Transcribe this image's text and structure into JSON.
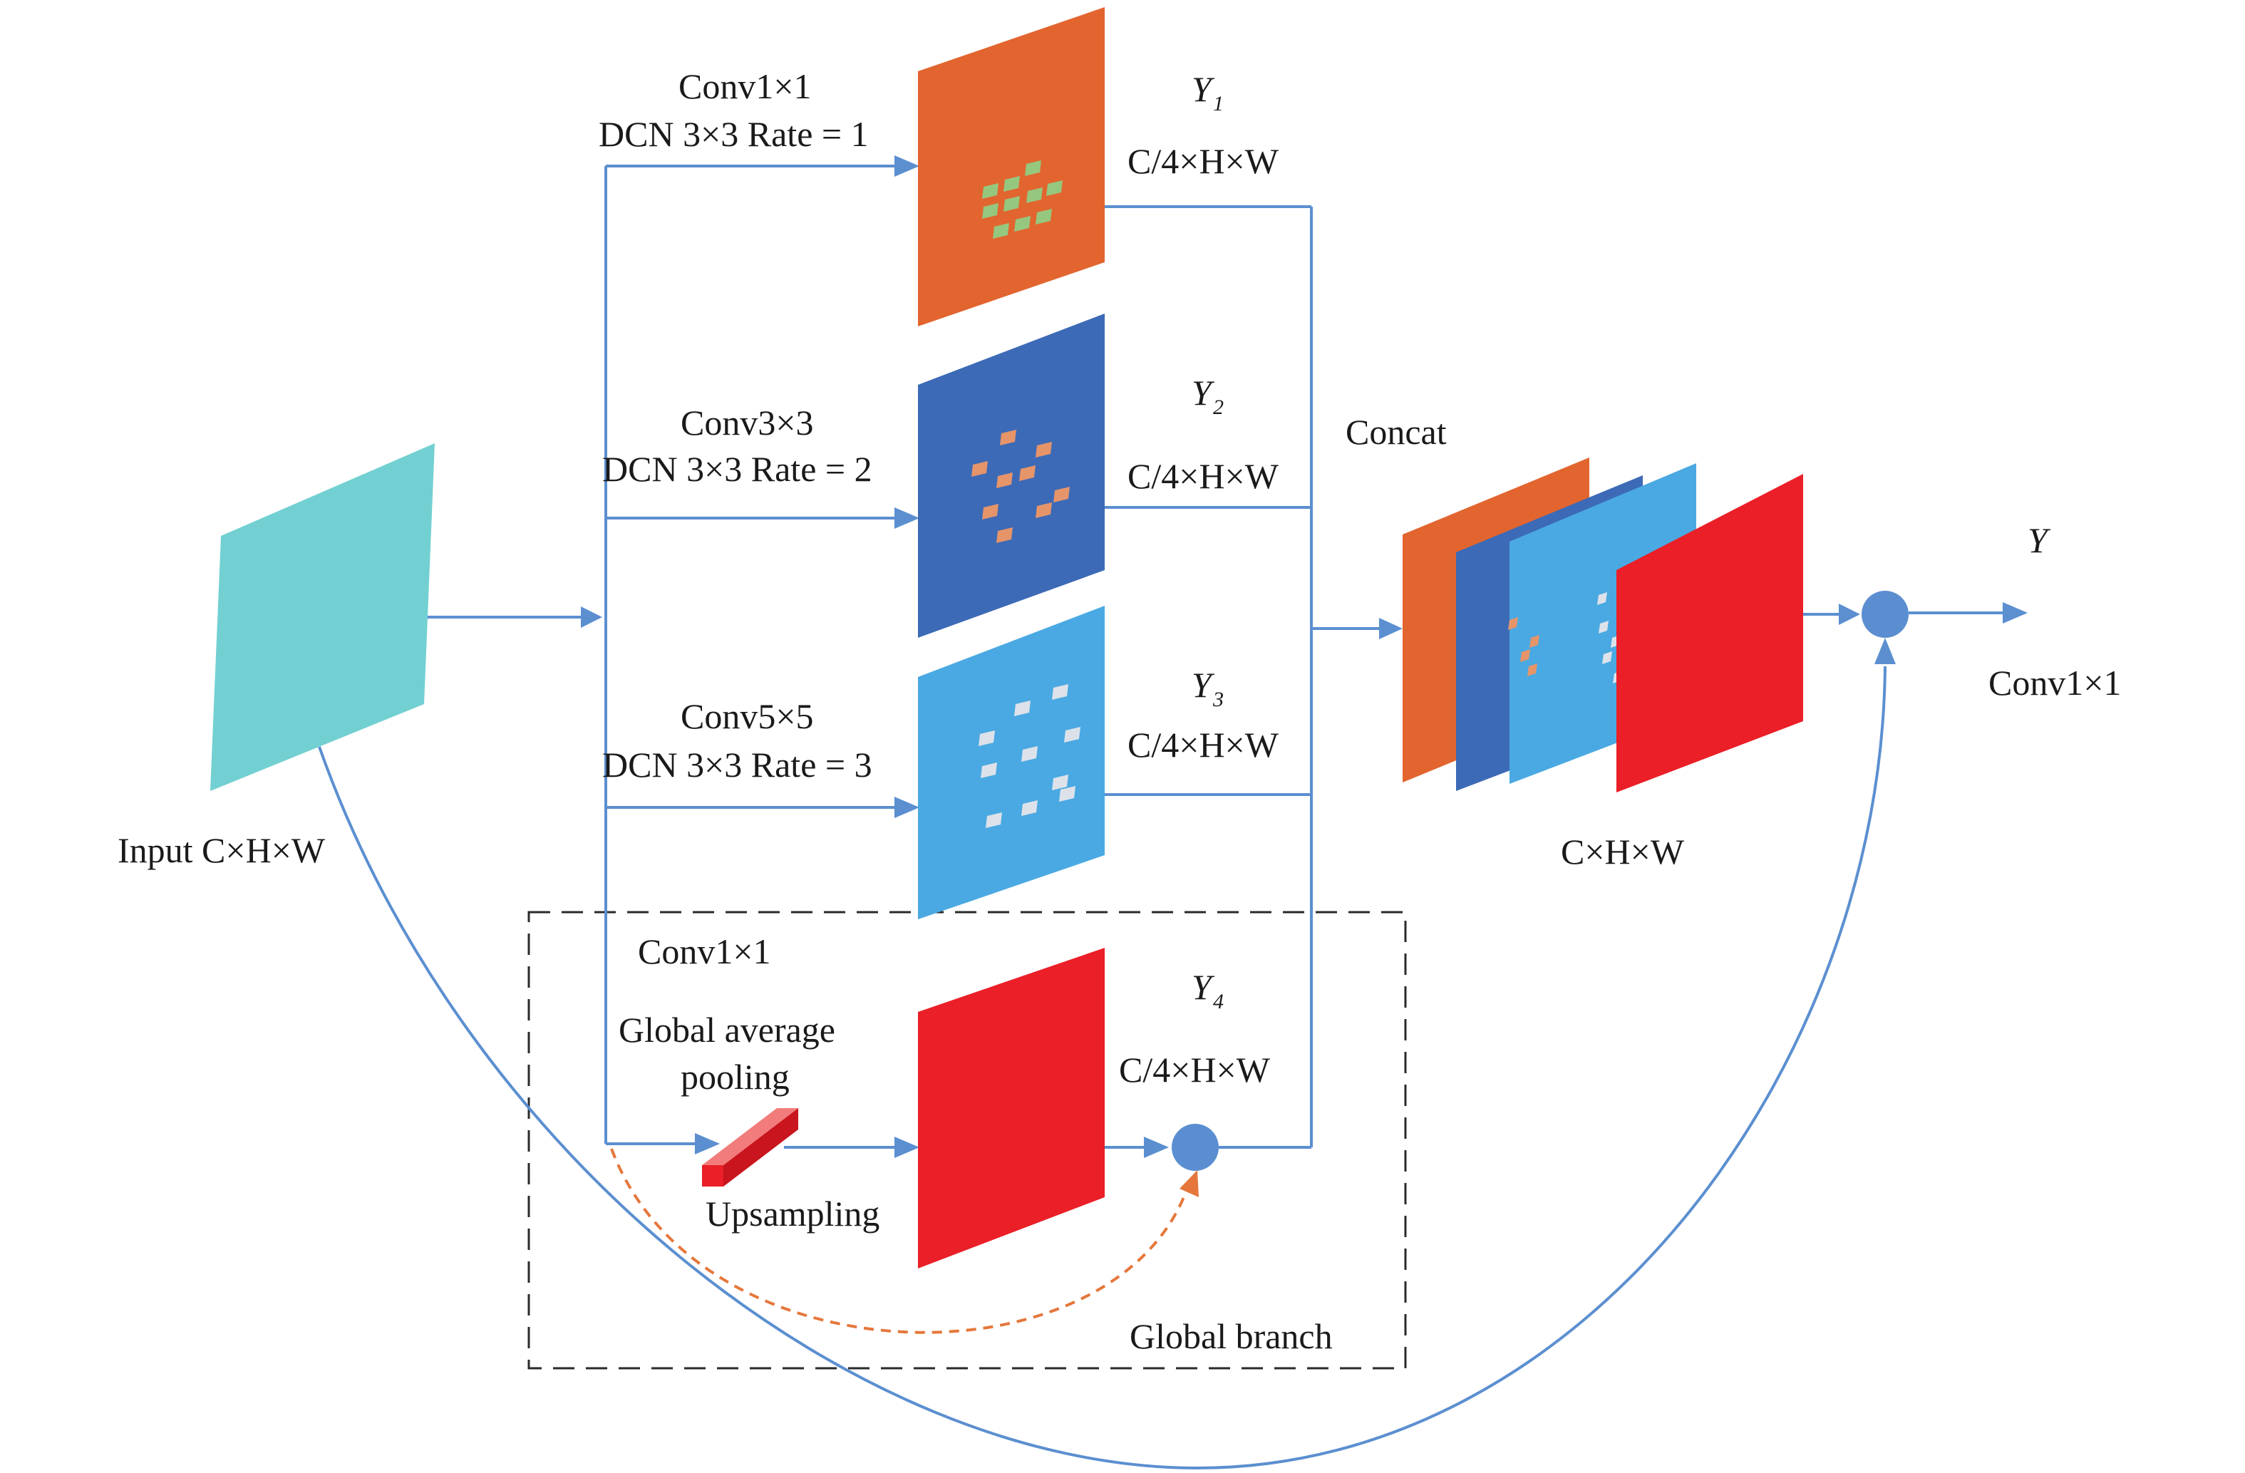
{
  "input": {
    "label": "Input C×H×W",
    "color": "#72d0d2"
  },
  "branches": [
    {
      "op1": "Conv1×1",
      "op2": "DCN 3×3 Rate = 1",
      "y": "Y",
      "sub": "1",
      "dim": "C/4×H×W",
      "color": "#e2652f",
      "dots": "#95c77e"
    },
    {
      "op1": "Conv3×3",
      "op2": "DCN 3×3 Rate = 2",
      "y": "Y",
      "sub": "2",
      "dim": "C/4×H×W",
      "color": "#3c6ab6",
      "dots": "#e6946a"
    },
    {
      "op1": "Conv5×5",
      "op2": "DCN 3×3 Rate = 3",
      "y": "Y",
      "sub": "3",
      "dim": "C/4×H×W",
      "color": "#4aa9e2",
      "dots": "#dde2ea"
    }
  ],
  "global_branch": {
    "conv": "Conv1×1",
    "gap_line1": "Global average",
    "gap_line2": "pooling",
    "upsampling": "Upsampling",
    "y": "Y",
    "sub": "4",
    "dim": "C/4×H×W",
    "title": "Global branch",
    "color": "#ea1f27"
  },
  "concat": {
    "label": "Concat",
    "dim": "C×H×W"
  },
  "output": {
    "y": "Y",
    "conv": "Conv1×1"
  },
  "colors": {
    "arrow": "#5b8fd0",
    "node": "#5a8ed0",
    "dashed_arrow": "#e5773c",
    "box": "#2a2a2a"
  }
}
